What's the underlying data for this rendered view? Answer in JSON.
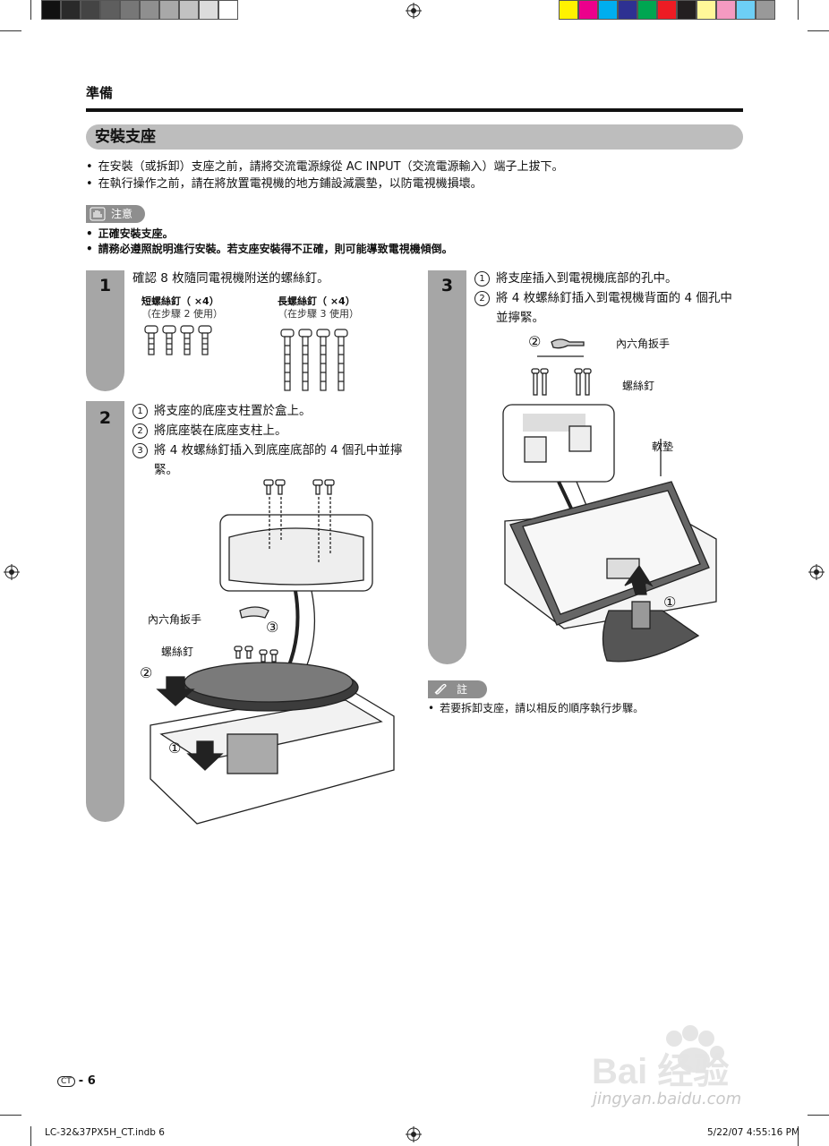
{
  "colors": {
    "grays": [
      "#111111",
      "#2a2a2a",
      "#444444",
      "#5e5e5e",
      "#777777",
      "#8f8f8f",
      "#a8a8a8",
      "#c2c2c2",
      "#dcdcdc",
      "#ffffff"
    ],
    "process": [
      "#fff200",
      "#ec008c",
      "#00aeef",
      "#2e3192",
      "#00a651",
      "#ed1c24",
      "#231f20",
      "#fff799",
      "#f49ac1",
      "#6dcff6",
      "#999999"
    ],
    "step_tab": "#a6a6a6",
    "title_pill": "#bdbdbd"
  },
  "header": {
    "section": "準備"
  },
  "title": "安裝支座",
  "intro_bullets": [
    "在安裝（或拆卸）支座之前，請將交流電源線從 AC INPUT（交流電源輸入）端子上拔下。",
    "在執行操作之前，請在將放置電視機的地方鋪設減震墊，以防電視機損壞。"
  ],
  "caution": {
    "label": "注意",
    "items": [
      "正確安裝支座。",
      "請務必遵照說明進行安裝。若支座安裝得不正確，則可能導致電視機傾倒。"
    ]
  },
  "step1": {
    "number": "1",
    "text": "確認 8 枚隨同電視機附送的螺絲釘。",
    "short_screw": {
      "label": "短螺絲釘（ ×4）",
      "sub": "（在步驟 2 使用）"
    },
    "long_screw": {
      "label": "長螺絲釘（ ×4）",
      "sub": "（在步驟 3 使用）"
    }
  },
  "step2": {
    "number": "2",
    "items": [
      {
        "mark": "①",
        "text": "將支座的底座支柱置於盒上。"
      },
      {
        "mark": "②",
        "text": "將底座裝在底座支柱上。"
      },
      {
        "mark": "③",
        "text": "將 4 枚螺絲釘插入到底座底部的 4 個孔中並擰緊。"
      }
    ],
    "callouts": {
      "wrench": "內六角扳手",
      "screw": "螺絲釘",
      "m1": "①",
      "m2": "②",
      "m3": "③"
    }
  },
  "step3": {
    "number": "3",
    "items": [
      {
        "mark": "①",
        "text": "將支座插入到電視機底部的孔中。"
      },
      {
        "mark": "②",
        "text": "將 4 枚螺絲釘插入到電視機背面的 4 個孔中並擰緊。"
      }
    ],
    "callouts": {
      "wrench": "內六角扳手",
      "screw": "螺絲釘",
      "pad": "軟墊",
      "m1": "①",
      "m2": "②"
    }
  },
  "note": {
    "label": "註",
    "text": "若要拆卸支座，請以相反的順序執行步驟。"
  },
  "footer": {
    "lang": "CT",
    "page": "- 6",
    "file": "LC-32&37PX5H_CT.indb   6",
    "timestamp": "5/22/07   4:55:16 PM"
  },
  "watermark": {
    "brand": "Bai 经验",
    "url": "jingyan.baidu.com"
  }
}
